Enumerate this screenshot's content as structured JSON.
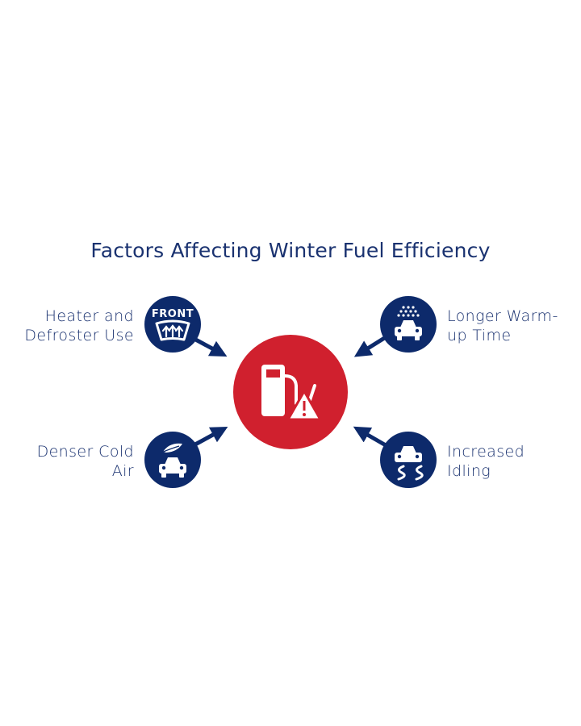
{
  "title": "Factors Affecting Winter Fuel Efficiency",
  "center": {
    "icon": "fuel-pump-warning-icon",
    "color": "#d0202e"
  },
  "factors": [
    {
      "lines": [
        "Heater and",
        "Defroster Use"
      ],
      "icon": "front-defroster-icon",
      "position": "top-left"
    },
    {
      "lines": [
        "Longer Warm-",
        "up Time"
      ],
      "icon": "car-snow-icon",
      "position": "top-right"
    },
    {
      "lines": [
        "Denser Cold",
        "Air"
      ],
      "icon": "car-wind-icon",
      "position": "bottom-left"
    },
    {
      "lines": [
        "Increased",
        "Idling"
      ],
      "icon": "car-skid-icon",
      "position": "bottom-right"
    }
  ],
  "colors": {
    "navy": "#0d2a6b",
    "red": "#d0202e",
    "text": "#1a3270"
  }
}
